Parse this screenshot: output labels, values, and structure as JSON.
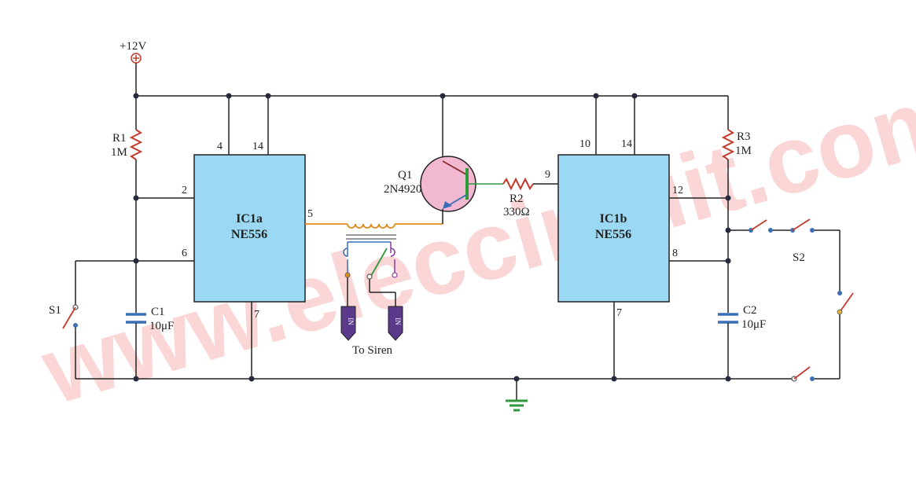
{
  "supply": {
    "label": "+12V"
  },
  "resistors": {
    "r1": {
      "name": "R1",
      "value": "1M"
    },
    "r2": {
      "name": "R2",
      "value": "330Ω"
    },
    "r3": {
      "name": "R3",
      "value": "1M"
    }
  },
  "capacitors": {
    "c1": {
      "name": "C1",
      "value": "10μF"
    },
    "c2": {
      "name": "C2",
      "value": "10μF"
    }
  },
  "transistor": {
    "name": "Q1",
    "part": "2N4920"
  },
  "ic1a": {
    "name": "IC1a",
    "part": "NE556",
    "pins": {
      "p4": "4",
      "p14": "14",
      "p2": "2",
      "p6": "6",
      "p5": "5",
      "p7": "7"
    }
  },
  "ic1b": {
    "name": "IC1b",
    "part": "NE556",
    "pins": {
      "p10": "10",
      "p14": "14",
      "p9": "9",
      "p12": "12",
      "p8": "8",
      "p7": "7"
    }
  },
  "switches": {
    "s1": "S1",
    "s2": "S2"
  },
  "siren": {
    "label": "To Siren",
    "plug_text": "IN"
  },
  "watermark": {
    "text": "www.eleccircuit.com"
  },
  "colors": {
    "ic_fill": "#9bd8f3",
    "transistor_fill": "#f2b8d2",
    "resistor": "#c43a2a",
    "capacitor": "#3a6fb5",
    "relay_coil": "#e08a1e",
    "ground": "#2e9a3a",
    "plug": "#5a3a8a",
    "watermark": "#f5a5a5"
  }
}
